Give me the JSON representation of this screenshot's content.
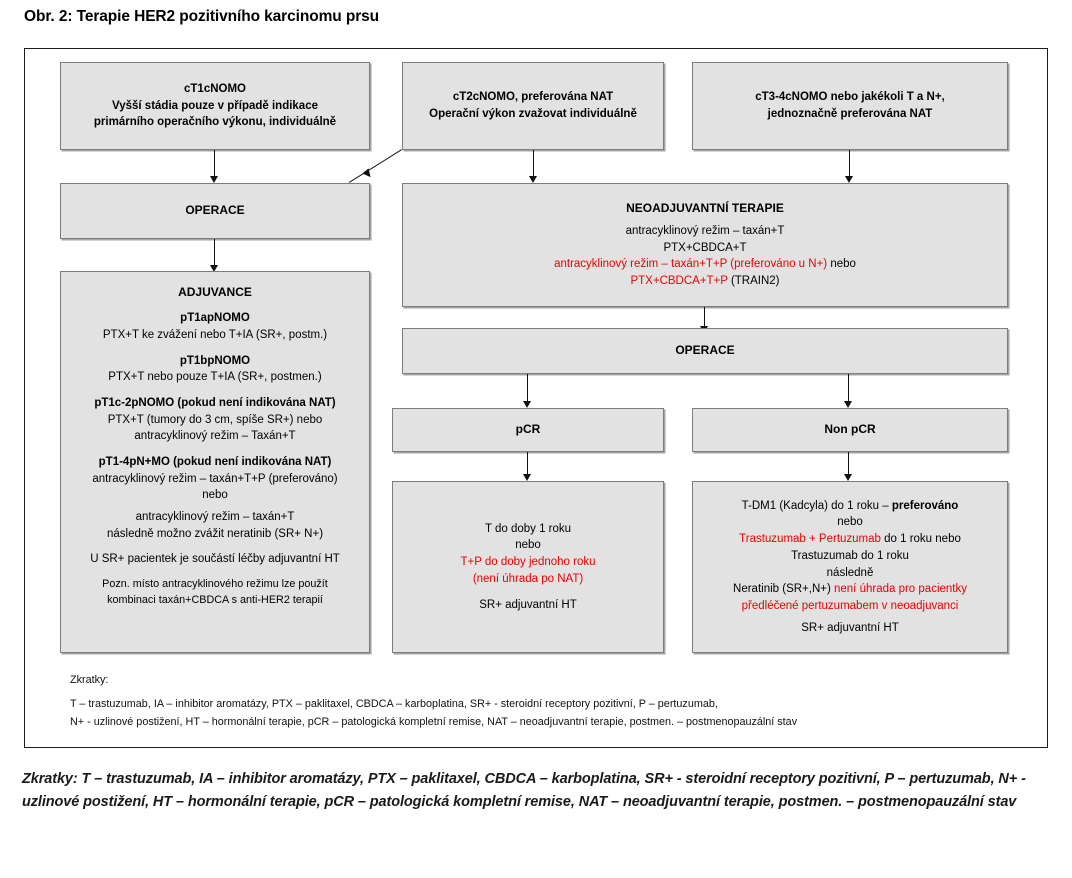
{
  "figure": {
    "title": "Obr. 2: Terapie HER2 pozitivního karcinomu prsu"
  },
  "colors": {
    "highlight_red": "#ef0000",
    "box_fill": "#e2e2e2",
    "box_border": "#7d7d7d",
    "frame_border": "#1a1a1a"
  },
  "nodes": {
    "ct1": {
      "line1": "cT1cNOMO",
      "line2": "Vyšší stádia pouze v případě indikace",
      "line3": "primárního operačního výkonu, individuálně"
    },
    "ct2": {
      "line1": "cT2cNOMO, preferována NAT",
      "line2": "Operační výkon zvažovat individuálně"
    },
    "ct34": {
      "line1": "cT3-4cNOMO nebo jakékoli T a N+,",
      "line2": "jednoznačně preferována NAT"
    },
    "operace_left": {
      "label": "OPERACE"
    },
    "operace_right": {
      "label": "OPERACE"
    },
    "neoadjuvant": {
      "title": "NEOADJUVANTNÍ TERAPIE",
      "line1": "antracyklinový režim – taxán+T",
      "line2": "PTX+CBDCA+T",
      "line3_red": "antracyklinový režim – taxán+T+P (preferováno u N+)",
      "line3_tail": " nebo",
      "line4_red": "PTX+CBDCA+T+P",
      "line4_tail": " (TRAIN2)"
    },
    "adjuvance": {
      "title": "ADJUVANCE",
      "g1_head": "pT1apNOMO",
      "g1_line": "PTX+T ke zvážení nebo T+IA (SR+, postm.)",
      "g2_head": "pT1bpNOMO",
      "g2_line": "PTX+T nebo pouze T+IA (SR+, postmen.)",
      "g3_head": "pT1c-2pNOMO (pokud není indikována NAT)",
      "g3_line1": "PTX+T (tumory do 3 cm, spíše SR+) nebo",
      "g3_line2": "antracyklinový režim – Taxán+T",
      "g4_head": "pT1-4pN+MO (pokud není indikována NAT)",
      "g4_line1": "antracyklinový režim – taxán+T+P (preferováno)",
      "g4_line2": "nebo",
      "g4_line3": "antracyklinový režim – taxán+T",
      "g4_line4": "následně možno zvážit neratinib (SR+ N+)",
      "g5_line": "U SR+ pacientek je součástí léčby adjuvantní HT",
      "note_line1": "Pozn. místo antracyklinového režimu lze použít",
      "note_line2": "kombinaci taxán+CBDCA s anti-HER2 terapií"
    },
    "pcr": {
      "label": "pCR"
    },
    "non_pcr": {
      "label": "Non pCR"
    },
    "pcr_therapy": {
      "line1": "T do doby 1 roku",
      "line2": "nebo",
      "line3_red": "T+P do doby jednoho roku",
      "line4_red": "(není úhrada po NAT)",
      "line5": "SR+ adjuvantní HT"
    },
    "non_pcr_therapy": {
      "line1_a": "T-DM1 (Kadcyla) do 1 roku – ",
      "line1_b": "preferováno",
      "line2": "nebo",
      "line3_red": "Trastuzumab + Pertuzumab",
      "line3_tail": " do 1 roku nebo",
      "line4": "Trastuzumab do 1 roku",
      "line5": "následně",
      "line6_a": "Neratinib (SR+,N+) ",
      "line6_red": "není úhrada pro pacientky",
      "line7_red": "předléčené pertuzumabem v neoadjuvanci",
      "line8": "SR+ adjuvantní HT"
    }
  },
  "legend_box": {
    "title": "Zkratky:",
    "line1": "T – trastuzumab, IA – inhibitor aromatázy, PTX – paklitaxel, CBDCA – karboplatina, SR+ - steroidní receptory pozitivní, P – pertuzumab,",
    "line2": "N+ - uzlinové postižení, HT – hormonální terapie, pCR – patologická kompletní remise, NAT – neoadjuvantní terapie, postmen. – postmenopauzální stav"
  },
  "caption": {
    "text": "Zkratky: T – trastuzumab, IA – inhibitor aromatázy, PTX – paklitaxel, CBDCA – karboplatina, SR+ - steroidní receptory pozitivní, P – pertuzumab, N+ - uzlinové postižení, HT – hormonální terapie, pCR – patologická kompletní remise, NAT – neoadjuvantní terapie, postmen. – postmenopauzální stav"
  }
}
